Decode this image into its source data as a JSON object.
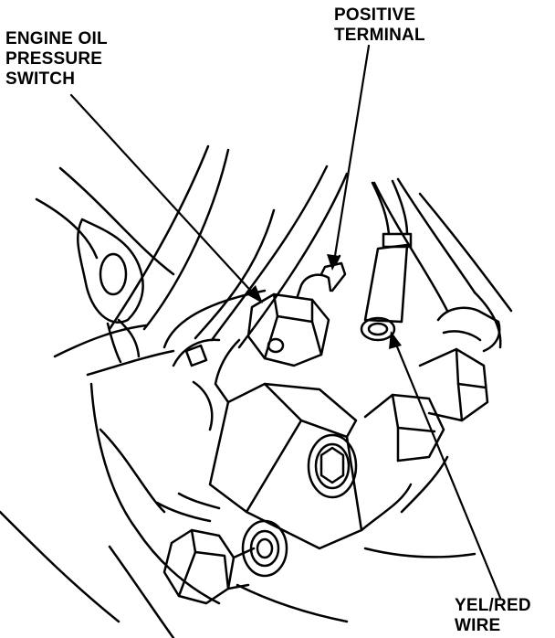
{
  "labels": {
    "oil_switch": {
      "line1": "ENGINE OIL",
      "line2": "PRESSURE",
      "line3": "SWITCH"
    },
    "positive_terminal": {
      "line1": "POSITIVE",
      "line2": "TERMINAL"
    },
    "yel_red_wire": {
      "line1": "YEL/RED",
      "line2": "WIRE"
    }
  },
  "colors": {
    "ink": "#000000",
    "paper": "#ffffff"
  }
}
